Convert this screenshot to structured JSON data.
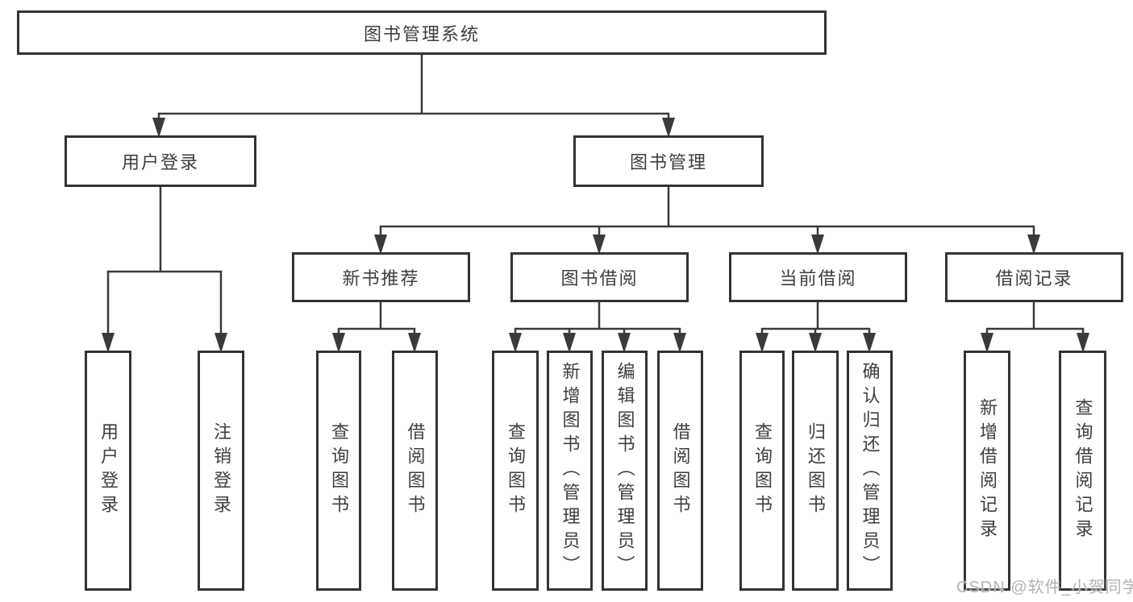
{
  "colors": {
    "line": "#3a3a3a",
    "border": "#333333",
    "text": "#3e3e3e",
    "background": "#ffffff",
    "watermark": "#b3b3b3"
  },
  "nodes": {
    "root": "图书管理系统",
    "level1": {
      "user_login": "用户登录",
      "book_mgmt": "图书管理"
    },
    "level2": {
      "new_book": "新书推荐",
      "book_borrow": "图书借阅",
      "current_borrow": "当前借阅",
      "borrow_record": "借阅记录"
    },
    "leaves": {
      "user_login": "用户登录",
      "logout": "注销登录",
      "nb_query": "查询图书",
      "nb_borrow": "借阅图书",
      "bb_query": "查询图书",
      "bb_add": "新增图书（管理员）",
      "bb_edit": "编辑图书（管理员）",
      "bb_borrow": "借阅图书",
      "cb_query": "查询图书",
      "cb_return": "归还图书",
      "cb_confirm": "确认归还（管理员）",
      "br_add": "新增借阅记录",
      "br_query": "查询借阅记录"
    }
  },
  "watermark": "CSDN @软件_小贺同学"
}
